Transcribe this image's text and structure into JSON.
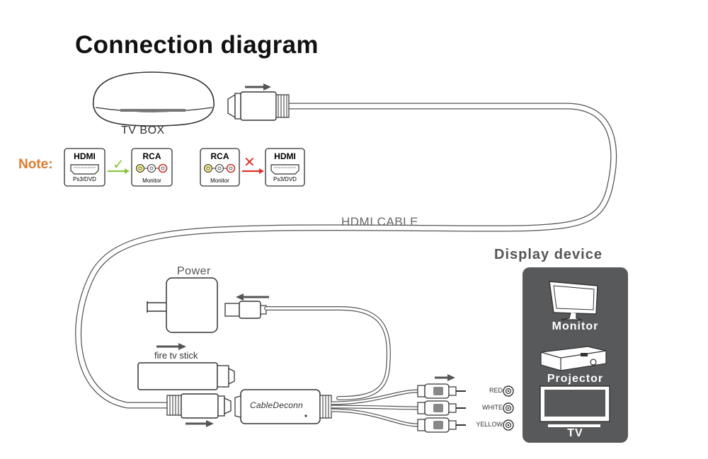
{
  "title": "Connection diagram",
  "note": {
    "label": "Note:",
    "color": "#e07a2e",
    "supported": {
      "from": {
        "header": "HDMI",
        "sub": "Ps3/DVD"
      },
      "to": {
        "header": "RCA",
        "sub": "Monitor"
      },
      "mark": "✓",
      "mark_color": "#8dc63f"
    },
    "unsupported": {
      "from": {
        "header": "RCA",
        "sub": "Monitor"
      },
      "to": {
        "header": "HDMI",
        "sub": "Ps3/DVD"
      },
      "mark": "✕",
      "mark_color": "#e0312b"
    }
  },
  "source": {
    "label": "TV BOX"
  },
  "cable": {
    "label": "HDMI CABLE"
  },
  "power": {
    "label": "Power"
  },
  "stick": {
    "label": "fire tv stick"
  },
  "converter": {
    "brand": "CableDeconn"
  },
  "rca_outputs": [
    {
      "label": "RED"
    },
    {
      "label": "WHITE"
    },
    {
      "label": "YELLOW"
    }
  ],
  "display": {
    "title": "Display device",
    "panel_color": "#58595b",
    "devices": [
      {
        "label": "Monitor",
        "icon": "monitor-icon"
      },
      {
        "label": "Projector",
        "icon": "projector-icon"
      },
      {
        "label": "TV",
        "icon": "tv-icon"
      }
    ]
  },
  "colors": {
    "line": "#555555",
    "arrow": "#555555"
  }
}
